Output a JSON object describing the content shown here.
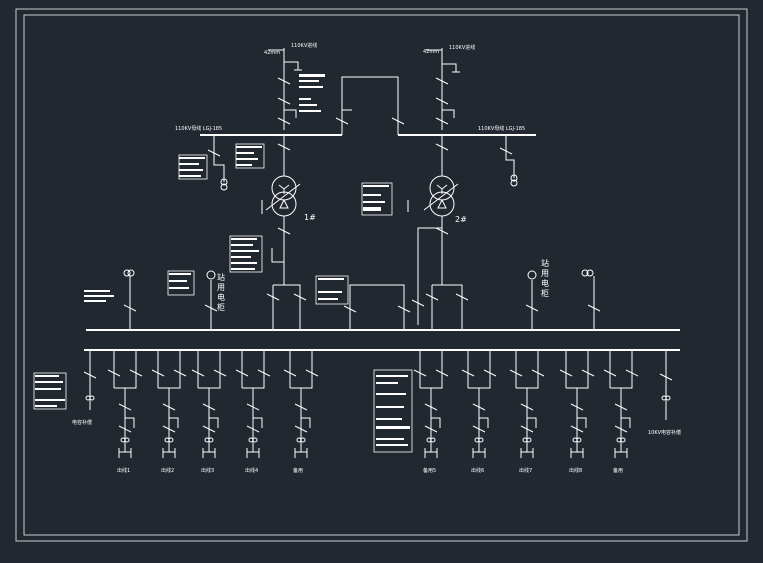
{
  "colors": {
    "background": "#212830",
    "line": "#ffffff",
    "frame": "#c9ccd0"
  },
  "incoming": {
    "left_label": "110KV进线",
    "right_label": "110KV进线",
    "left_meter": "42mm",
    "right_meter": "42mm"
  },
  "buses": {
    "left_label": "110KV母线 LGJ-185",
    "right_label": "110KV母线 LGJ-185"
  },
  "transformers": {
    "t1_label": "1#",
    "t2_label": "2#"
  },
  "station_use": {
    "left_chars": [
      "站",
      "用",
      "电",
      "柜"
    ],
    "right_chars": [
      "站",
      "用",
      "电",
      "柜"
    ]
  },
  "feeders": {
    "left": [
      "出线1",
      "出线2",
      "出线3",
      "出线4",
      "备用"
    ],
    "right": [
      "备用5",
      "出线6",
      "出线7",
      "出线8",
      "备用"
    ],
    "left_cabinet": "电容补偿",
    "right_cabinet": "10KV电容补偿"
  }
}
